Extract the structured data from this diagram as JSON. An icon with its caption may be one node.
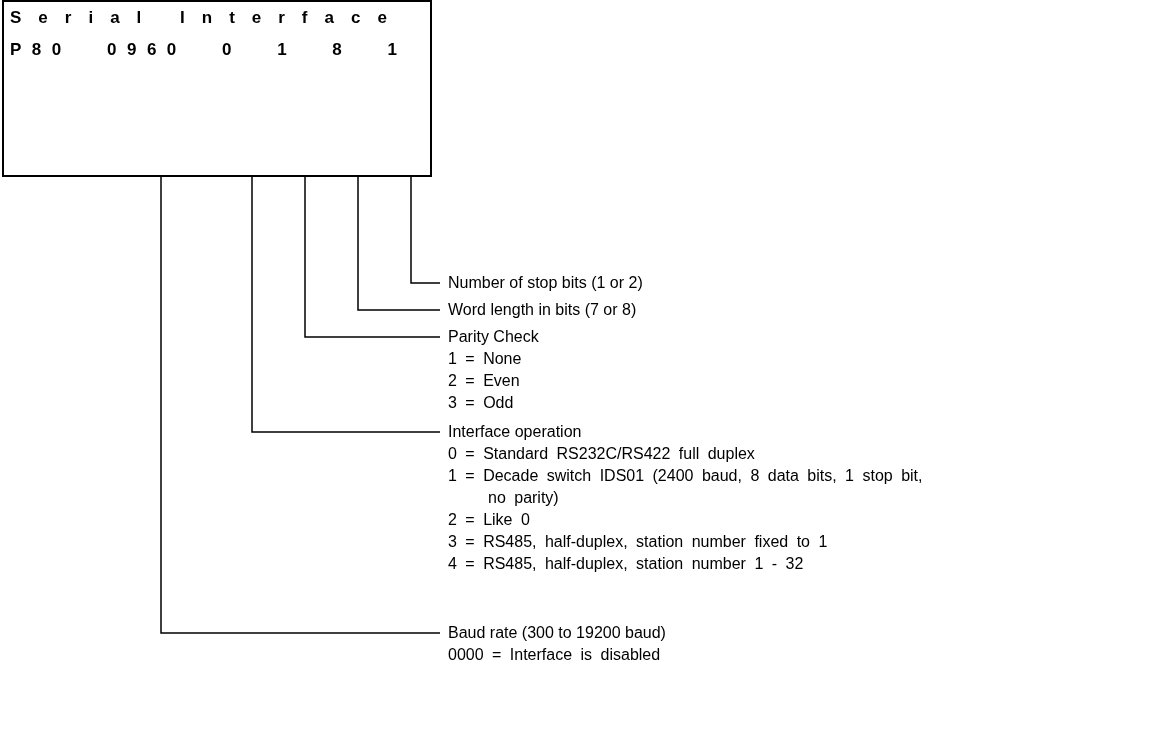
{
  "diagram": {
    "nodes": [
      {
        "text": [
          "Serial Interface",
          "P80 0960 0 1 8 1"
        ]
      },
      {
        "text": [
          "Number of stop bits (1 or 2)"
        ]
      },
      {
        "text": [
          "Word length in bits (7 or 8)"
        ]
      },
      {
        "text": [
          "Parity Check",
          "1 = None",
          "2 = Even",
          "3 = Odd"
        ]
      },
      {
        "text": [
          "Interface operation",
          "0 = Standard RS232C/RS422 full duplex",
          "1 = Decade switch IDS01 (2400 baud, 8 data bits, 1 stop bit, no parity)",
          "2 = Like 0",
          "3 = RS485, half-duplex, station number fixed to 1",
          "4 = RS485, half-duplex, station number 1 - 32"
        ]
      },
      {
        "text": [
          "Baud rate (300 to 19200 baud)",
          "0000 = Interface is disabled"
        ]
      }
    ],
    "edges": [
      {
        "from": 1,
        "to": 0,
        "arrow": "none"
      },
      {
        "from": 2,
        "to": 0,
        "arrow": "none"
      },
      {
        "from": 3,
        "to": 0,
        "arrow": "none"
      },
      {
        "from": 4,
        "to": 0,
        "arrow": "none"
      },
      {
        "from": 5,
        "to": 0,
        "arrow": "none"
      }
    ]
  }
}
